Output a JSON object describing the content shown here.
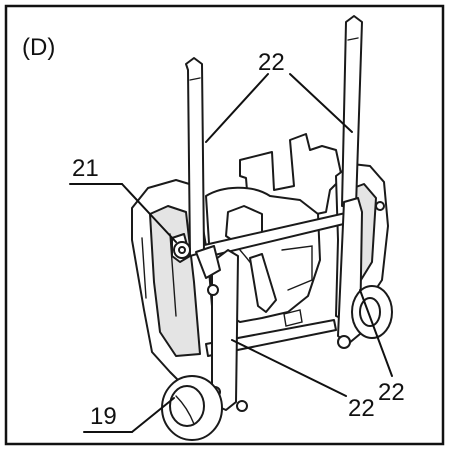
{
  "figure_label": "(D)",
  "callouts": {
    "upper_rods": "22",
    "right_rod": "22",
    "lower_rod": "22",
    "knob": "21",
    "wheel": "19"
  }
}
